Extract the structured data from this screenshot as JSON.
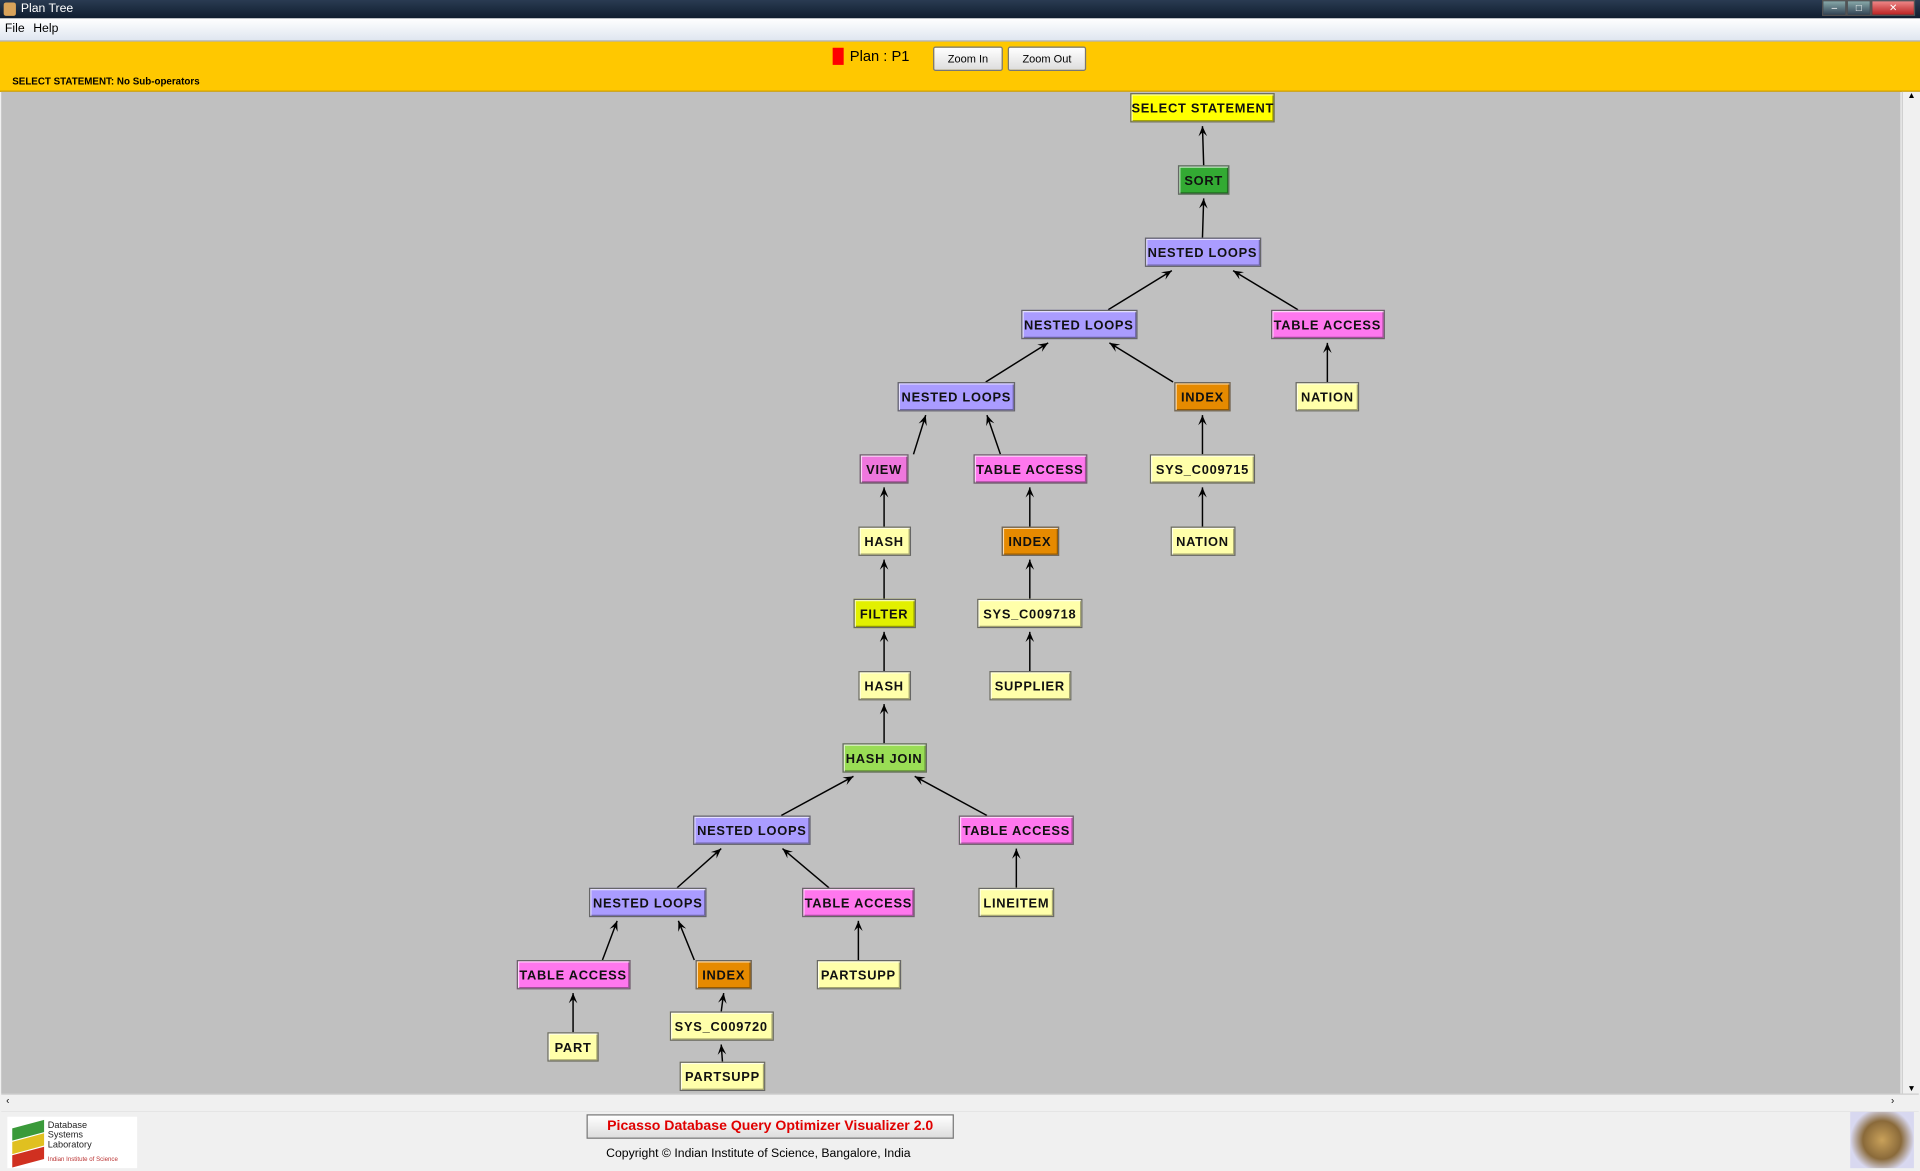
{
  "window": {
    "title": "Plan Tree"
  },
  "menu": [
    "File",
    "Help"
  ],
  "toolbar": {
    "plan_label": "Plan : P1",
    "zoom_in": "Zoom In",
    "zoom_out": "Zoom Out",
    "status": "SELECT STATEMENT: No Sub-operators",
    "plan_color": "#ff0000"
  },
  "colors": {
    "select": "#ffff00",
    "sort": "#33aa33",
    "nested": "#aa9cff",
    "table": "#ff77ee",
    "index": "#e68a00",
    "leaf": "#ffffaa",
    "view": "#ee77dd",
    "filter": "#e2f000",
    "hashjoin": "#99dd55",
    "hash": "#ffffaa"
  },
  "tree": [
    {
      "label": "SELECT STATEMENT",
      "type": "select",
      "parent": null
    },
    {
      "label": "SORT",
      "type": "sort",
      "parent": 0
    },
    {
      "label": "NESTED LOOPS",
      "type": "nested",
      "parent": 1
    },
    {
      "label": "NESTED LOOPS",
      "type": "nested",
      "parent": 2
    },
    {
      "label": "TABLE ACCESS",
      "type": "table",
      "parent": 2
    },
    {
      "label": "NATION",
      "type": "leaf",
      "parent": 4
    },
    {
      "label": "NESTED LOOPS",
      "type": "nested",
      "parent": 3
    },
    {
      "label": "INDEX",
      "type": "index",
      "parent": 3
    },
    {
      "label": "SYS_C009715",
      "type": "leaf",
      "parent": 7
    },
    {
      "label": "NATION",
      "type": "leaf",
      "parent": 8
    },
    {
      "label": "VIEW",
      "type": "view",
      "parent": 6
    },
    {
      "label": "TABLE ACCESS",
      "type": "table",
      "parent": 6
    },
    {
      "label": "INDEX",
      "type": "index",
      "parent": 11
    },
    {
      "label": "SYS_C009718",
      "type": "leaf",
      "parent": 12
    },
    {
      "label": "SUPPLIER",
      "type": "leaf",
      "parent": 13
    },
    {
      "label": "HASH",
      "type": "hash",
      "parent": 10
    },
    {
      "label": "FILTER",
      "type": "filter",
      "parent": 15
    },
    {
      "label": "HASH",
      "type": "hash",
      "parent": 16
    },
    {
      "label": "HASH JOIN",
      "type": "hashjoin",
      "parent": 17
    },
    {
      "label": "NESTED LOOPS",
      "type": "nested",
      "parent": 18
    },
    {
      "label": "TABLE ACCESS",
      "type": "table",
      "parent": 18
    },
    {
      "label": "LINEITEM",
      "type": "leaf",
      "parent": 20
    },
    {
      "label": "NESTED LOOPS",
      "type": "nested",
      "parent": 19
    },
    {
      "label": "TABLE ACCESS",
      "type": "table",
      "parent": 19
    },
    {
      "label": "PARTSUPP",
      "type": "leaf",
      "parent": 23
    },
    {
      "label": "TABLE ACCESS",
      "type": "table",
      "parent": 22
    },
    {
      "label": "INDEX",
      "type": "index",
      "parent": 22
    },
    {
      "label": "PART",
      "type": "leaf",
      "parent": 25
    },
    {
      "label": "SYS_C009720",
      "type": "leaf",
      "parent": 26
    },
    {
      "label": "PARTSUPP",
      "type": "leaf",
      "parent": 28
    }
  ],
  "footer": {
    "logo_text": [
      "Database",
      "Systems",
      "Laboratory",
      "Indian Institute of Science"
    ],
    "app_button": "Picasso Database Query Optimizer Visualizer 2.0",
    "copyright": "Copyright © Indian Institute of Science, Bangalore, India"
  }
}
